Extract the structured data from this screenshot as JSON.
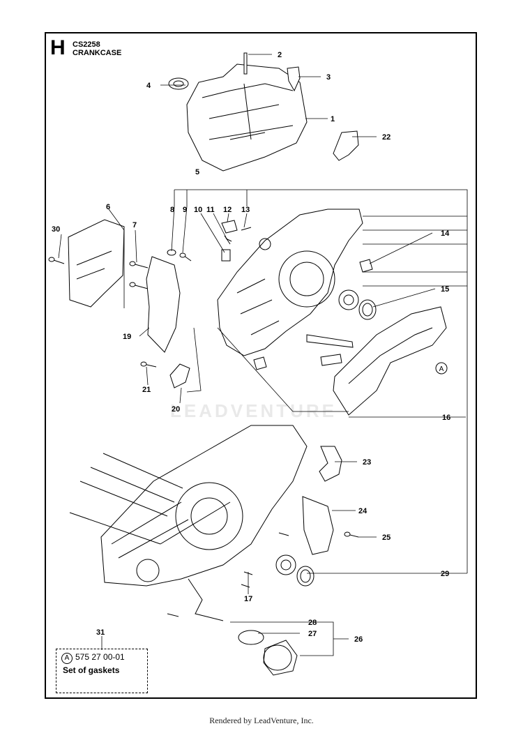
{
  "header": {
    "section_letter": "H",
    "model": "CS2258",
    "title": "CRANKCASE"
  },
  "watermark": "LEADVENTURE",
  "labels": [
    "1",
    "2",
    "3",
    "4",
    "5",
    "6",
    "7",
    "8",
    "9",
    "10",
    "11",
    "12",
    "13",
    "14",
    "15",
    "16",
    "17",
    "19",
    "20",
    "21",
    "22",
    "23",
    "24",
    "25",
    "26",
    "27",
    "28",
    "29",
    "30",
    "31"
  ],
  "kit": {
    "marker": "A",
    "part_number": "575 27 00-01",
    "description": "Set of gaskets"
  },
  "callout_marker": "A",
  "footer": "Rendered by LeadVenture, Inc."
}
